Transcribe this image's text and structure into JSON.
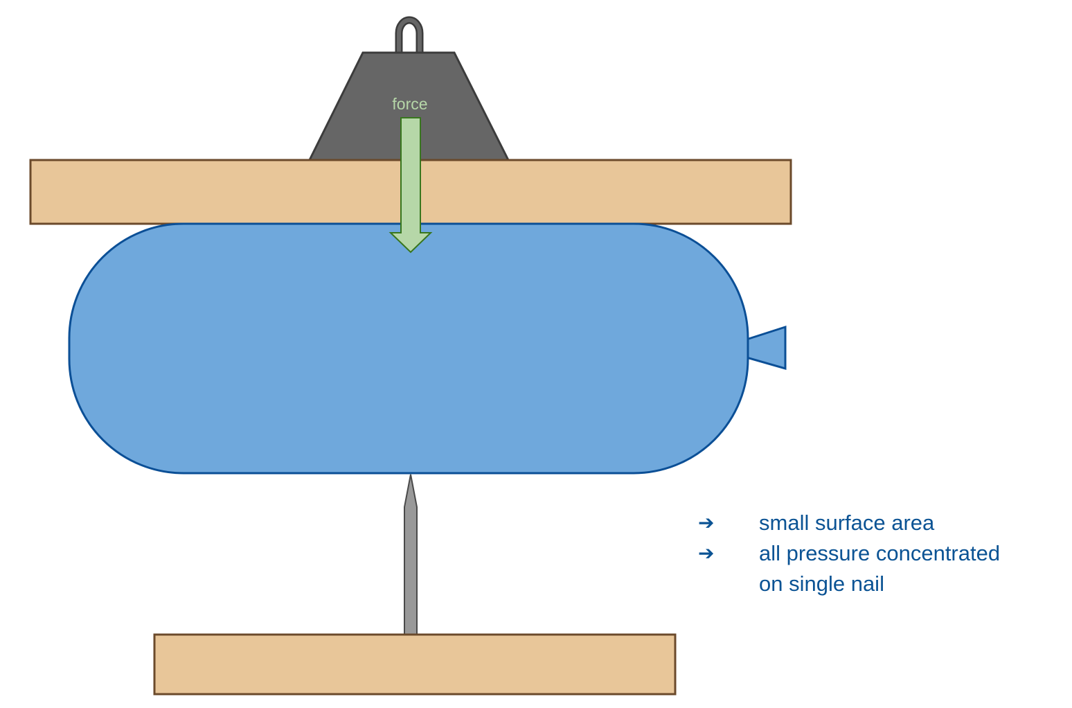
{
  "diagram": {
    "force_label": "force"
  },
  "notes": {
    "arrow_glyph": "➔",
    "items": [
      {
        "lines": [
          "small surface area"
        ]
      },
      {
        "lines": [
          "all pressure concentrated",
          "on single nail"
        ]
      }
    ]
  },
  "colors": {
    "board_fill": "#e8c699",
    "board_stroke": "#6b4a2b",
    "balloon_fill": "#6fa8dc",
    "balloon_stroke": "#0b4f96",
    "weight_fill": "#666666",
    "weight_stroke": "#3c3c3c",
    "force_arrow_fill": "#b6d7a8",
    "force_arrow_stroke": "#38761d",
    "force_label_color": "#b6d7a8",
    "nail_fill": "#999999",
    "nail_stroke": "#4a4a4a",
    "note_text_color": "#0b5394"
  }
}
